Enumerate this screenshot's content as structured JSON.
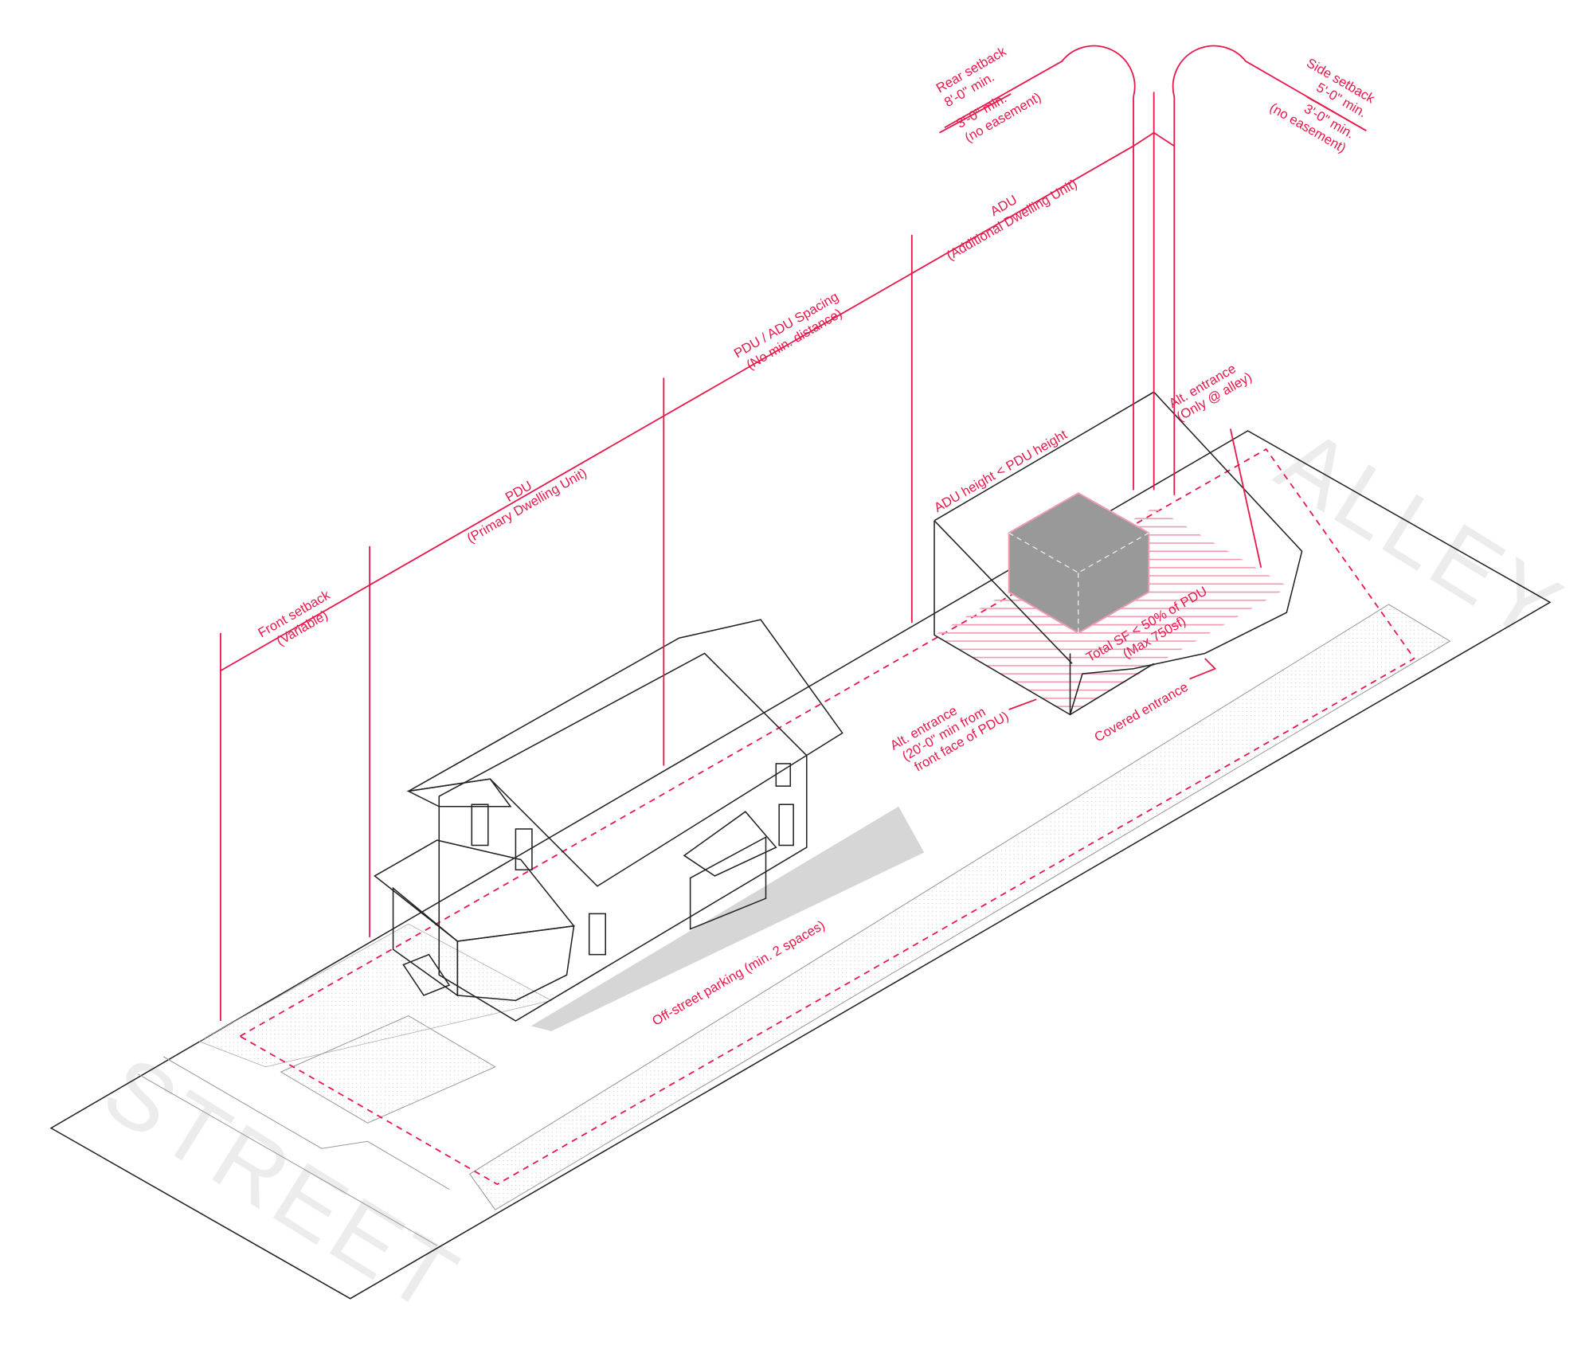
{
  "colors": {
    "accent": "#e8174a",
    "outline": "#222222",
    "adu_volume": "#999999"
  },
  "streets": {
    "street": "STREET",
    "alley": "ALLEY"
  },
  "dimensions": {
    "front_setback": {
      "title": "Front setback",
      "note": "(Variable)"
    },
    "pdu": {
      "title": "PDU",
      "note": "(Primary Dwelling Unit)"
    },
    "spacing": {
      "title": "PDU / ADU Spacing",
      "note": "(No min. distance)"
    },
    "adu": {
      "title": "ADU",
      "note": "(Additional Dwelling Unit)"
    },
    "rear_setback": {
      "title": "Rear setback",
      "line1": "8'-0\" min.",
      "line2": "3'-0\" min.",
      "line3": "(no easement)"
    },
    "side_setback": {
      "title": "Side setback",
      "line1": "5'-0\" min.",
      "line2": "3'-0\" min.",
      "line3": "(no easement)"
    }
  },
  "annotations": {
    "adu_height": "ADU height < PDU height",
    "alt_entrance_alley": {
      "line1": "Alt. entrance",
      "line2": "(Only @ alley)"
    },
    "total_sf": {
      "line1": "Total SF < 50% of PDU",
      "line2": "(Max 750sf)"
    },
    "alt_entrance_front": {
      "line1": "Alt. entrance",
      "line2": "(20'-0\" min from",
      "line3": "front face of PDU)"
    },
    "covered_entrance": "Covered entrance",
    "parking": "Off-street parking (min. 2 spaces)"
  }
}
